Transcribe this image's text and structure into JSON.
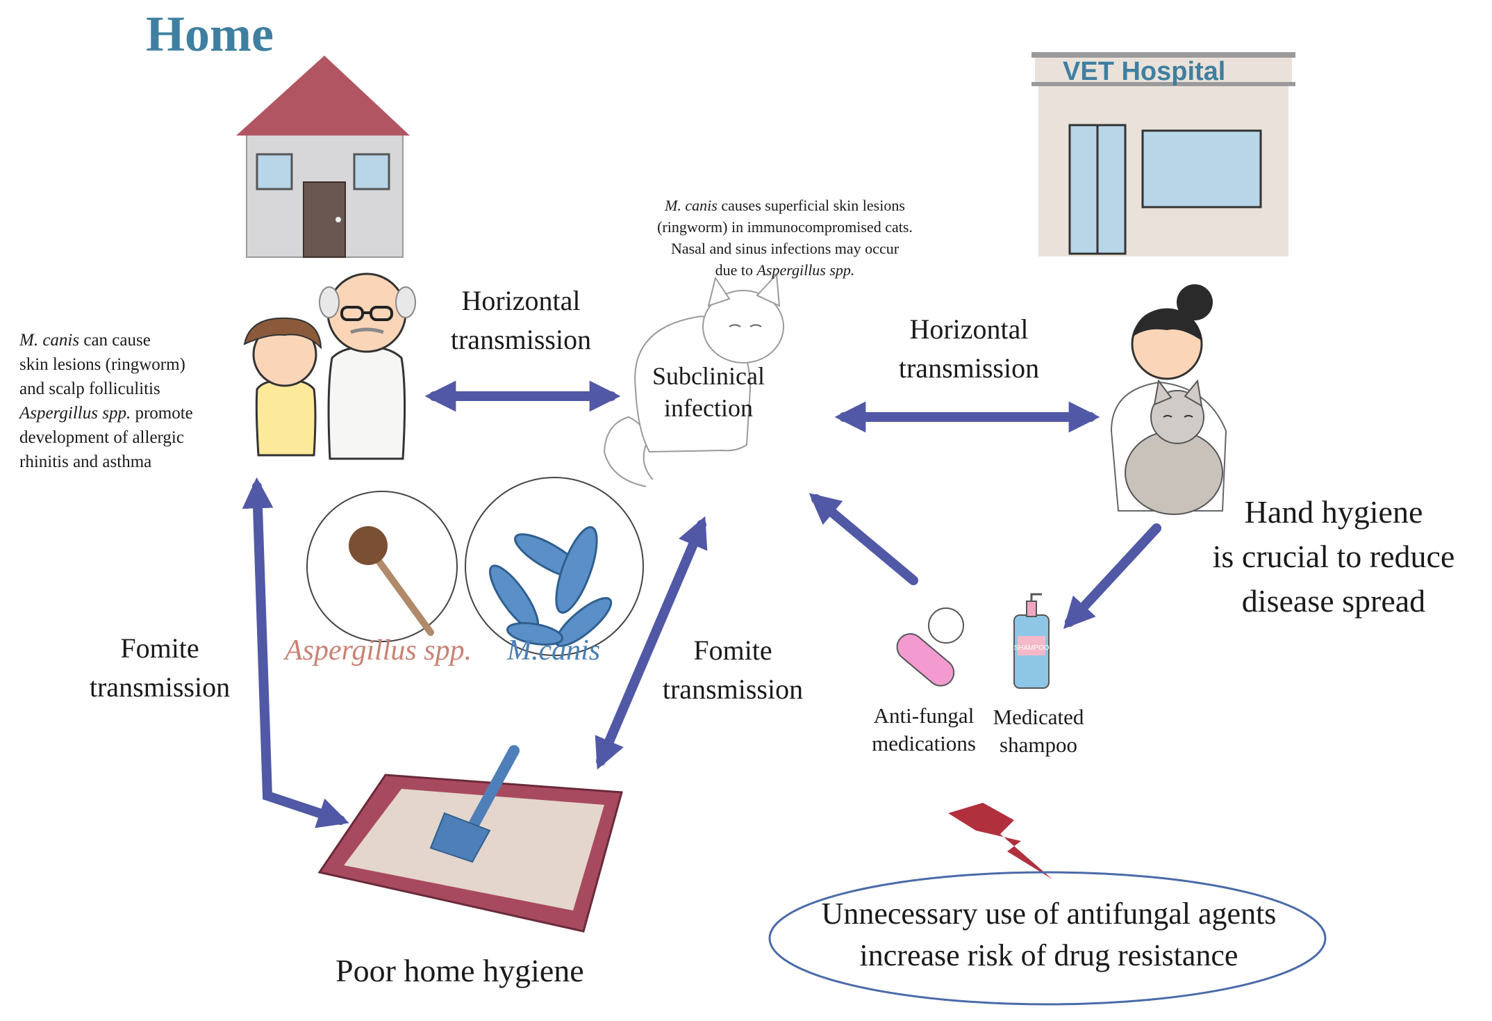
{
  "home": {
    "title": "Home"
  },
  "vet": {
    "sign": "VET Hospital"
  },
  "human_effects": {
    "line1_italic": "M. canis",
    "line1_rest": " can cause",
    "line2": "skin lesions (ringworm)",
    "line3": "and scalp folliculitis",
    "line4_italic": "Aspergillus spp.",
    "line4_rest": " promote",
    "line5": "development of allergic",
    "line6": "rhinitis and asthma"
  },
  "cat_effects": {
    "line1_italic": "M. canis",
    "line1_rest": " causes superficial skin lesions",
    "line2": "(ringworm) in immunocompromised cats.",
    "line3": "Nasal and sinus infections may occur",
    "line4_pre": "due to ",
    "line4_italic": "Aspergillus spp."
  },
  "cat_label": {
    "line1": "Subclinical",
    "line2": "infection"
  },
  "horizontal_left": {
    "line1": "Horizontal",
    "line2": "transmission"
  },
  "horizontal_right": {
    "line1": "Horizontal",
    "line2": "transmission"
  },
  "fomite_left": {
    "line1": "Fomite",
    "line2": "transmission"
  },
  "fomite_right": {
    "line1": "Fomite",
    "line2": "transmission"
  },
  "organisms": {
    "aspergillus": "Aspergillus spp.",
    "mcanis": "M.canis"
  },
  "litter_caption": "Poor home hygiene",
  "treatments": {
    "antifungal_line1": "Anti-fungal",
    "antifungal_line2": "medications",
    "shampoo_line1": "Medicated",
    "shampoo_line2": "shampoo",
    "shampoo_label": "SHAMPOO"
  },
  "hand_hygiene": {
    "line1": "Hand hygiene",
    "line2": "is  crucial to reduce",
    "line3": "disease spread"
  },
  "resistance": {
    "line1": "Unnecessary use of antifungal agents",
    "line2": "increase risk of drug resistance"
  },
  "colors": {
    "arrow": "#5158a6",
    "roof": "#b25562",
    "house_wall": "#d7d7d9",
    "door": "#6a5752",
    "window": "#b8d6e8",
    "vet_sign_text": "#3f7fa0",
    "vet_wall": "#eae2da",
    "litter_box": "#a84a5f",
    "litter": "#e4d6cc",
    "scoop": "#4f7fb8",
    "lightning": "#b0303e",
    "ellipse": "#4a6aa8",
    "mcanis_spore": "#5b8fc7",
    "aspergillus_head": "#7a4f33"
  }
}
